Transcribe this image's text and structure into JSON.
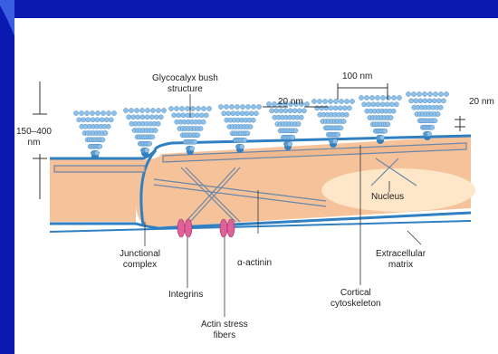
{
  "figure": {
    "labels": {
      "glycocalyx": [
        "Glycocalyx bush",
        "structure"
      ],
      "dim_100nm": "100 nm",
      "dim_20nm_top": "20 nm",
      "dim_20nm_right": "20 nm",
      "thickness": [
        "150–400",
        "nm"
      ],
      "nucleus": "Nucleus",
      "junctional_complex": [
        "Junctional",
        "complex"
      ],
      "alpha_actinin": "α-actinin",
      "extracellular_matrix": [
        "Extracellular",
        "matrix"
      ],
      "integrins": "Integrins",
      "cortical_cytoskeleton": [
        "Cortical",
        "cytoskeleton"
      ],
      "actin_stress_fibers": [
        "Actin stress",
        "fibers"
      ]
    },
    "colors": {
      "background_blue": "#0a1ab0",
      "cell_fill": "#f5c29a",
      "membrane_blue": "#2f7fc1",
      "bead_blue": "#8ec1ea",
      "nucleus_fill": "#fde7c8",
      "integrin_pink": "#e0609a"
    }
  }
}
